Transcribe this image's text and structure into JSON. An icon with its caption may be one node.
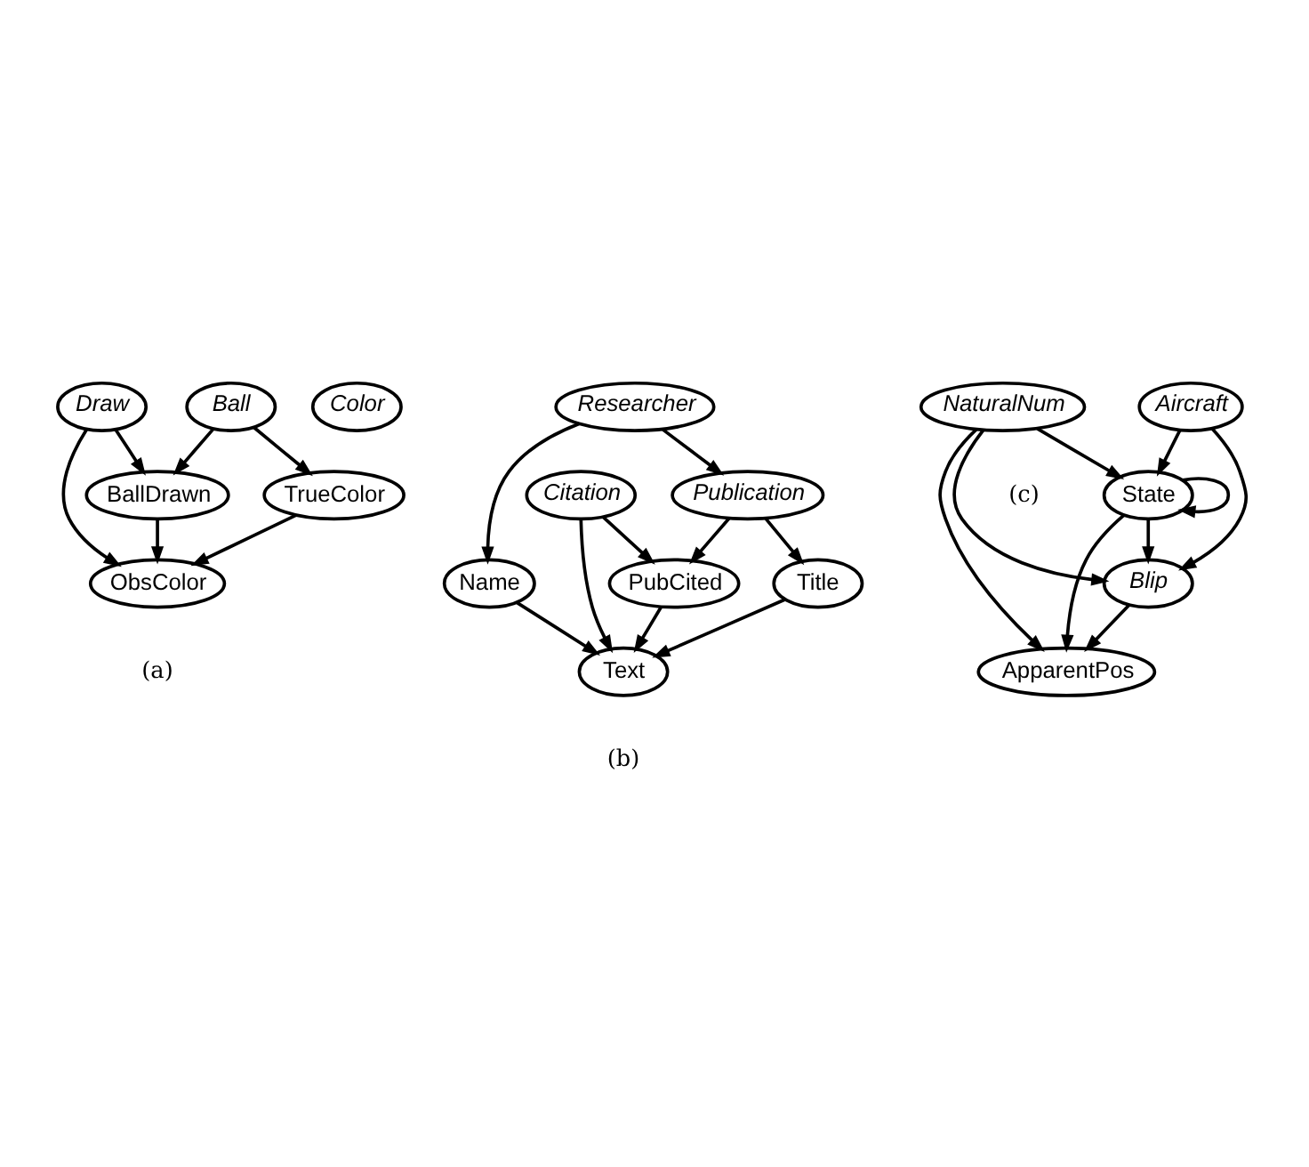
{
  "diagram": {
    "nodes": [
      {
        "text": [
          "Color"
        ]
      },
      {
        "text": [
          "Ball"
        ]
      },
      {
        "text": [
          "Draw"
        ]
      },
      {
        "text": [
          "TrueColor"
        ]
      },
      {
        "text": [
          "BallDrawn"
        ]
      },
      {
        "text": [
          "ObsColor"
        ]
      },
      {
        "text": [
          "Researcher"
        ]
      },
      {
        "text": [
          "Publication"
        ]
      },
      {
        "text": [
          "Name"
        ]
      },
      {
        "text": [
          "Citation"
        ]
      },
      {
        "text": [
          "Title"
        ]
      },
      {
        "text": [
          "PubCited"
        ]
      },
      {
        "text": [
          "Text"
        ]
      },
      {
        "text": [
          "Aircraft"
        ]
      },
      {
        "text": [
          "Blip"
        ]
      },
      {
        "text": [
          "State"
        ]
      },
      {
        "text": [
          "ApparentPos"
        ]
      },
      {
        "text": [
          "NaturalNum"
        ]
      }
    ],
    "edges": [
      {
        "from": 1,
        "to": 3,
        "arrow": "to"
      },
      {
        "from": 1,
        "to": 4,
        "arrow": "to"
      },
      {
        "from": 2,
        "to": 4,
        "arrow": "to"
      },
      {
        "from": 2,
        "to": 5,
        "arrow": "to"
      },
      {
        "from": 3,
        "to": 5,
        "arrow": "to"
      },
      {
        "from": 4,
        "to": 5,
        "arrow": "to"
      },
      {
        "from": 6,
        "to": 7,
        "arrow": "to"
      },
      {
        "from": 6,
        "to": 8,
        "arrow": "to"
      },
      {
        "from": 7,
        "to": 11,
        "arrow": "to"
      },
      {
        "from": 7,
        "to": 10,
        "arrow": "to"
      },
      {
        "from": 8,
        "to": 12,
        "arrow": "to"
      },
      {
        "from": 9,
        "to": 11,
        "arrow": "to"
      },
      {
        "from": 9,
        "to": 12,
        "arrow": "to"
      },
      {
        "from": 11,
        "to": 12,
        "arrow": "to"
      },
      {
        "from": 10,
        "to": 12,
        "arrow": "to"
      },
      {
        "from": 13,
        "to": 14,
        "arrow": "to"
      },
      {
        "from": 13,
        "to": 15,
        "arrow": "to"
      },
      {
        "from": 15,
        "to": 14,
        "arrow": "to"
      },
      {
        "from": 14,
        "to": 16,
        "arrow": "to"
      },
      {
        "from": 15,
        "to": 16,
        "arrow": "to"
      },
      {
        "from": 15,
        "to": 15,
        "arrow": "to"
      },
      {
        "from": 17,
        "to": 14,
        "arrow": "to"
      },
      {
        "from": 17,
        "to": 16,
        "arrow": "to"
      },
      {
        "from": 17,
        "to": 15,
        "arrow": "to"
      }
    ],
    "labels": [
      "(a)",
      "(b)",
      "(c)"
    ]
  }
}
